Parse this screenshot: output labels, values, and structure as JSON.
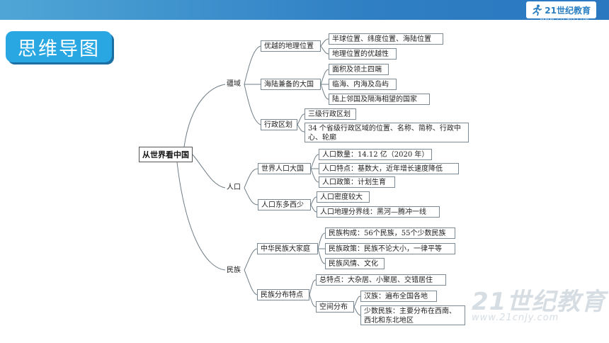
{
  "header": {
    "logo_text": "21世纪教育",
    "logo_sub": "WWW.21CNJY.COM"
  },
  "badge": {
    "title": "思维导图"
  },
  "watermark": {
    "main": "21世纪教育",
    "sub": "www.21cnjy.com"
  },
  "mindmap": {
    "root": "从世界看中国",
    "branches": [
      {
        "label": "疆域",
        "children": [
          {
            "label": "优越的地理位置",
            "children": [
              "半球位置、纬度位置、海陆位置",
              "地理位置的优越性"
            ]
          },
          {
            "label": "海陆兼备的大国",
            "children": [
              "面积及领土四端",
              "临海、内海及岛屿",
              "陆上邻国及隔海相望的国家"
            ]
          },
          {
            "label": "行政区划",
            "children": [
              "三级行政区划",
              "34 个省级行政区域的位置、名称、简称、行政中心、轮廓"
            ]
          }
        ]
      },
      {
        "label": "人口",
        "children": [
          {
            "label": "世界人口大国",
            "children": [
              "人口数量：14.12 亿（2020 年）",
              "人口特点：基数大，近年增长速度降低",
              "人口政策：计划生育"
            ]
          },
          {
            "label": "人口东多西少",
            "children": [
              "人口密度较大",
              "人口地理分界线：黑河—腾冲一线"
            ]
          }
        ]
      },
      {
        "label": "民族",
        "children": [
          {
            "label": "中华民族大家庭",
            "children": [
              "民族构成：56个民族，55个少数民族",
              "民族政策：民族不论大小，一律平等",
              "民族风情、文化"
            ]
          },
          {
            "label": "民族分布特点",
            "children": [
              {
                "label": "总特点：大杂居、小聚居、交错居住"
              },
              {
                "label": "空间分布",
                "children": [
                  "汉族：遍布全国各地",
                  "少数民族：主要分布在西南、西北和东北地区"
                ]
              }
            ]
          }
        ]
      }
    ]
  }
}
